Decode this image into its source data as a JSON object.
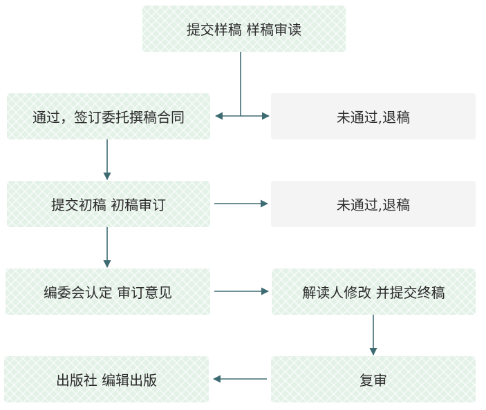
{
  "flowchart": {
    "steps": {
      "submit_sample": "提交样稿  样稿审读",
      "pass_sign": "通过，签订委托撰稿合同",
      "fail_return_1": "未通过,退稿",
      "submit_draft": "提交初稿  初稿审订",
      "fail_return_2": "未通过,退稿",
      "committee": "编委会认定  审订意见",
      "revise": "解读人修改  并提交终稿",
      "publish": "出版社  编辑出版",
      "recheck": "复审"
    }
  },
  "colors": {
    "box_green": "#e3f1e7",
    "box_gray": "#f4f4f4",
    "arrow": "#3e6b72",
    "text": "#2b2b2b"
  }
}
